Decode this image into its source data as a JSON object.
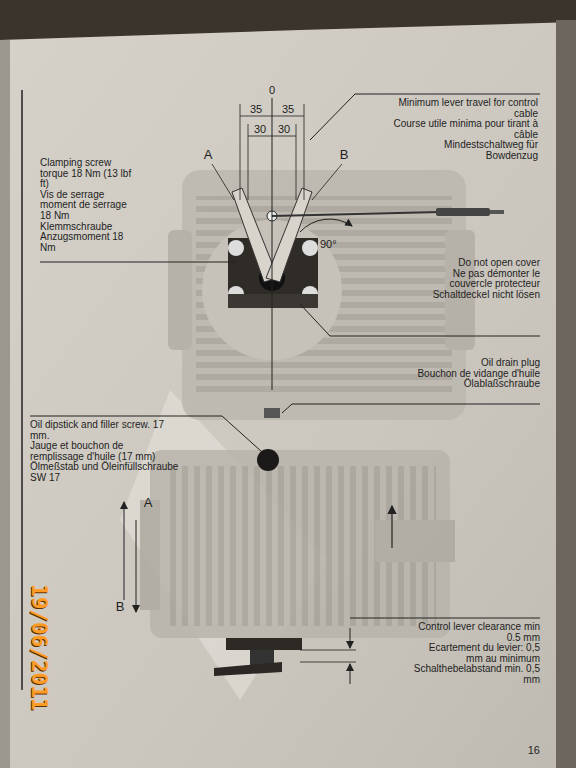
{
  "diagram": {
    "labels": [
      "0",
      "35",
      "35",
      "30",
      "30",
      "A",
      "B",
      "90°",
      "Minimum lever travel for control cable",
      "Course utile minima pour tirant à câble",
      "Mindestschaltweg für Bowdenzug",
      "Clamping screw torque 18 Nm (13 lbf ft)",
      "Vis de serrage moment de serrage 18 Nm",
      "Klemmschraube Anzugsmoment 18 Nm",
      "Do not open cover",
      "Ne pas démonter le couvercle protecteur",
      "Schaltdeckel nicht lösen",
      "Oil drain plug",
      "Bouchon de vidange d'huile",
      "Ölablaßschraube",
      "Oil dipstick and filler screw. 17 mm.",
      "Jauge et bouchon de remplissage d'huile (17 mm)",
      "Ölmeßstab und Öleinfüllschraube SW 17",
      "A",
      "B",
      "Control lever clearance min 0.5 mm",
      "Ecartement du levier: 0,5 mm au minimum",
      "Schalthebelabstand min. 0,5 mm",
      "16",
      "19/06/2011"
    ]
  }
}
